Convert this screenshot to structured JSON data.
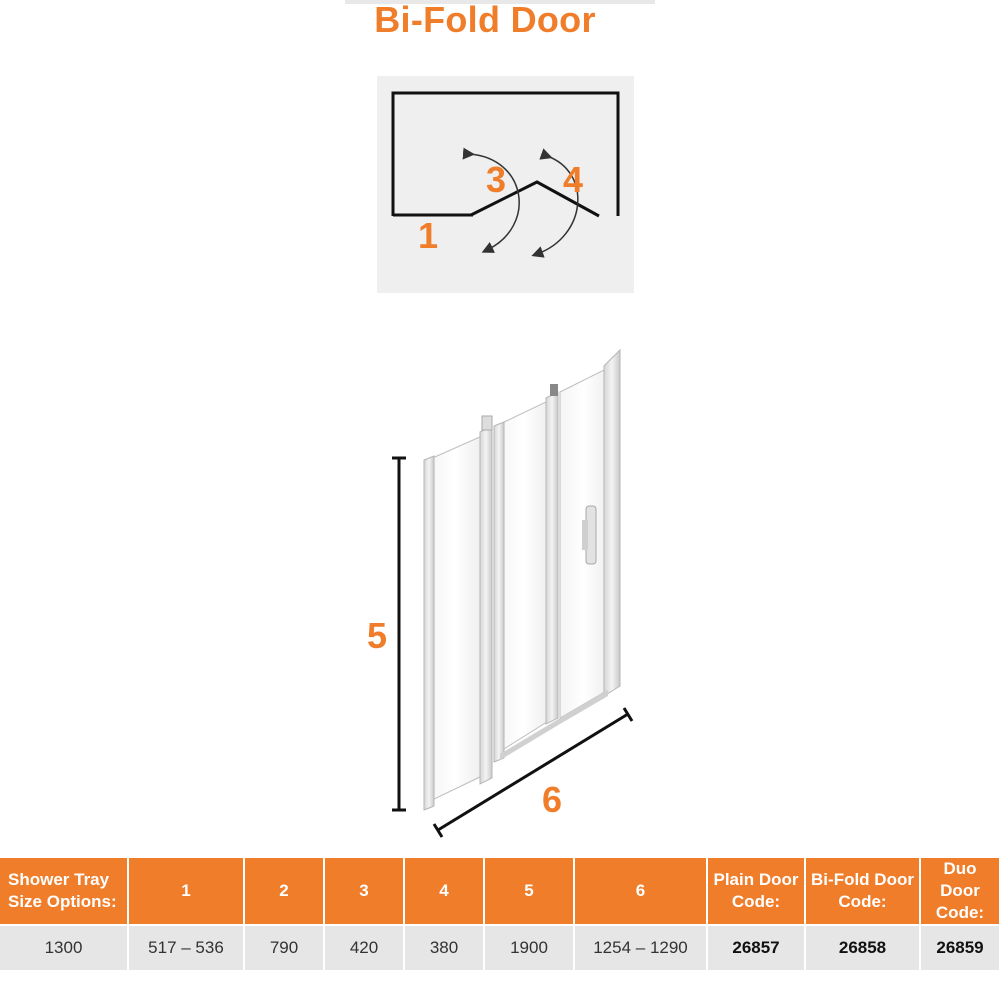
{
  "title": "Bi-Fold Door",
  "plan_labels": {
    "one": "1",
    "three": "3",
    "four": "4"
  },
  "door_labels": {
    "five": "5",
    "six": "6"
  },
  "table": {
    "headers": [
      "Shower Tray\nSize Options:",
      "1",
      "2",
      "3",
      "4",
      "5",
      "6",
      "Plain Door\nCode:",
      "Bi-Fold Door\nCode:",
      "Duo Door\nCode:"
    ],
    "row": [
      "1300",
      "517 – 536",
      "790",
      "420",
      "380",
      "1900",
      "1254 – 1290",
      "26857",
      "26858",
      "26859"
    ]
  },
  "colors": {
    "accent": "#f07d2a",
    "plan_bg": "#efefef",
    "row_bg": "#e6e6e6"
  }
}
